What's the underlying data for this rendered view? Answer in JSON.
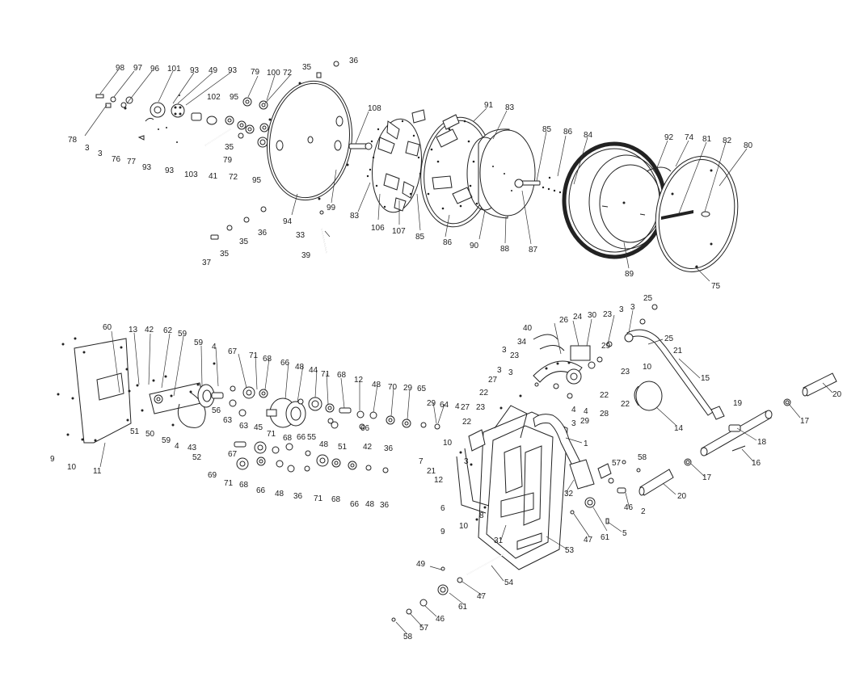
{
  "diagram": {
    "type": "exploded-parts-diagram",
    "callouts": {
      "top": [
        "98",
        "97",
        "96",
        "101",
        "93",
        "49",
        "93",
        "78",
        "3",
        "3",
        "76",
        "77",
        "93",
        "93",
        "102",
        "95",
        "79",
        "100",
        "72",
        "103",
        "41",
        "35",
        "79",
        "72",
        "95",
        "35",
        "36",
        "108",
        "94",
        "99",
        "33",
        "37",
        "35",
        "35",
        "36",
        "39",
        "91",
        "83",
        "83",
        "106",
        "107",
        "85",
        "86",
        "85",
        "86",
        "84",
        "90",
        "88",
        "87",
        "92",
        "74",
        "81",
        "82",
        "80",
        "89",
        "75"
      ],
      "bottom_left": [
        "60",
        "13",
        "42",
        "62",
        "59",
        "59",
        "4",
        "11",
        "9",
        "10",
        "51",
        "50",
        "59",
        "4",
        "43",
        "52",
        "56",
        "63",
        "67",
        "71",
        "68",
        "66",
        "48",
        "44",
        "71",
        "68",
        "12",
        "48",
        "70",
        "29",
        "65",
        "29",
        "64",
        "4",
        "63",
        "45",
        "71",
        "68",
        "66",
        "66",
        "55",
        "42",
        "51",
        "36",
        "67",
        "69",
        "71",
        "68",
        "66",
        "48",
        "36",
        "71",
        "68",
        "66",
        "48",
        "36",
        "48"
      ],
      "bottom_right": [
        "40",
        "34",
        "26",
        "24",
        "30",
        "23",
        "3",
        "25",
        "3",
        "25",
        "21",
        "10",
        "23",
        "29",
        "29",
        "3",
        "3",
        "23",
        "27",
        "3",
        "4",
        "28",
        "3",
        "22",
        "22",
        "15",
        "14",
        "19",
        "17",
        "20",
        "18",
        "16",
        "17",
        "20",
        "22",
        "27",
        "23",
        "4",
        "22",
        "21",
        "3",
        "10",
        "7",
        "12",
        "6",
        "8",
        "9",
        "10",
        "31",
        "1",
        "32",
        "53",
        "57",
        "58",
        "46",
        "2",
        "61",
        "47",
        "5",
        "47",
        "49",
        "54",
        "61",
        "46",
        "57",
        "58"
      ]
    }
  }
}
